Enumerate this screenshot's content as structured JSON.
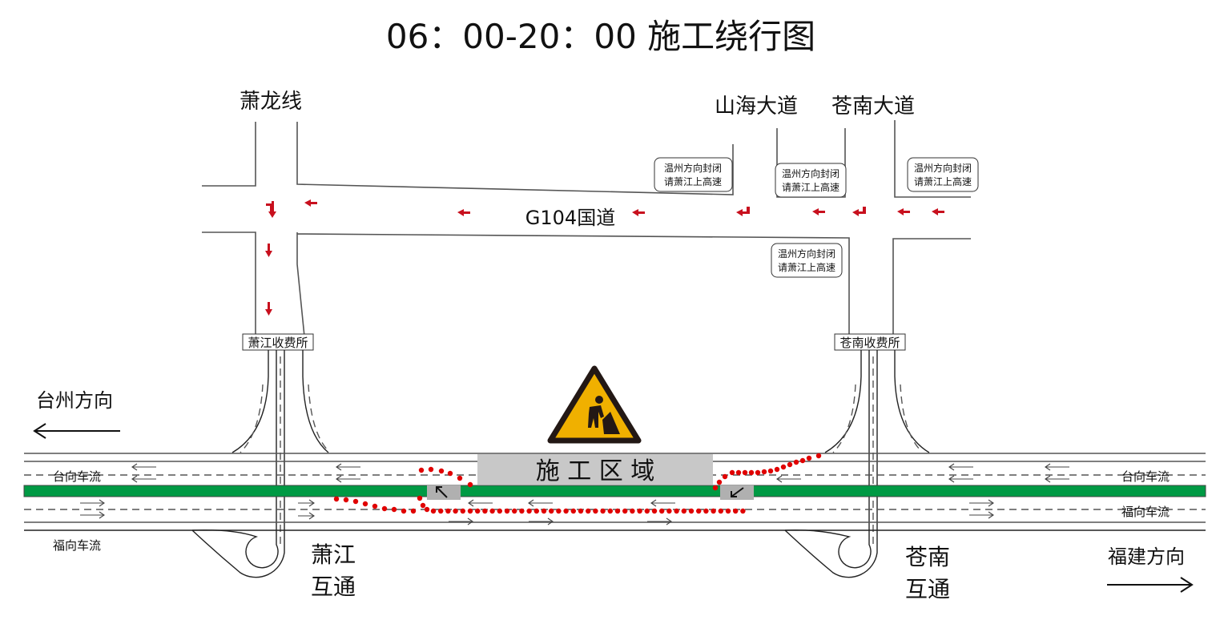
{
  "title": "06：00-20：00 施工绕行图",
  "roads": {
    "xiaolong": "萧龙线",
    "shanhai": "山海大道",
    "cangnan": "苍南大道",
    "g104": "G104国道"
  },
  "signs": {
    "line1": "温州方向封闭",
    "line2": "请萧江上高速"
  },
  "toll": {
    "xiaojiang": "萧江收费所",
    "cangnan": "苍南收费所"
  },
  "directions": {
    "taizhou": "台州方向",
    "fujian": "福建方向"
  },
  "flows": {
    "tai": "台向车流",
    "fu": "福向车流"
  },
  "construction_zone": "施 工 区 域",
  "interchanges": {
    "xiaojiang_1": "萧江",
    "xiaojiang_2": "互通",
    "cangnan_1": "苍南",
    "cangnan_2": "互通"
  },
  "colors": {
    "median": "#009a44",
    "detour": "#e00000",
    "arrow_red": "#c8101e",
    "zone": "#c8c8c8",
    "warning": "#f0b000"
  }
}
